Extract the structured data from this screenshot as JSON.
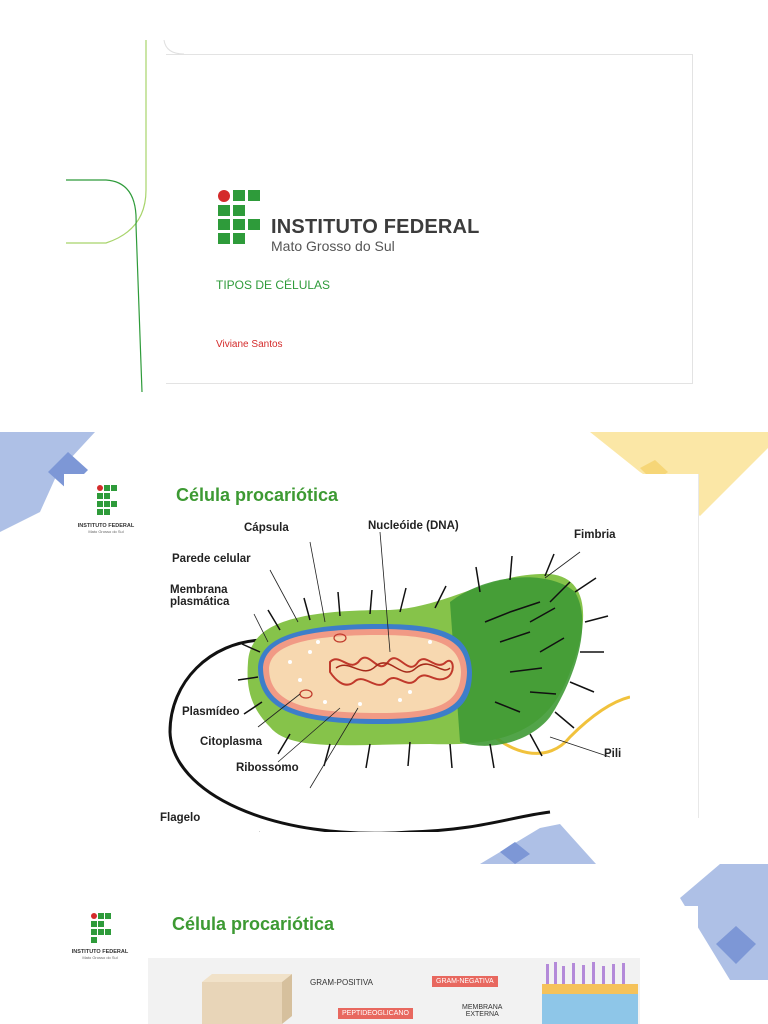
{
  "slide1": {
    "institution": "INSTITUTO FEDERAL",
    "campus": "Mato Grosso do Sul",
    "title": "TIPOS DE CÉLULAS",
    "author": "Viviane Santos"
  },
  "slide2": {
    "heading": "Célula procariótica",
    "logo_text": "INSTITUTO FEDERAL",
    "logo_sub": "Mato Grosso do Sul",
    "labels": {
      "capsula": "Cápsula",
      "nucleoide": "Nucleóide (DNA)",
      "fimbria": "Fimbria",
      "parede": "Parede celular",
      "membrana1": "Membrana",
      "membrana2": "plasmática",
      "plasmideo": "Plasmídeo",
      "citoplasma": "Citoplasma",
      "ribossomo": "Ribossomo",
      "pili": "Pili",
      "flagelo": "Flagelo"
    }
  },
  "slide3": {
    "heading": "Célula procariótica",
    "logo_text": "INSTITUTO FEDERAL",
    "logo_sub": "Mato Grosso do Sul",
    "gram_pos": "GRAM-POSITIVA",
    "gram_neg": "GRAM-NEGATIVA",
    "peptido": "PEPTIDEOGLICANO",
    "membrana_ext1": "MEMBRANA",
    "membrana_ext2": "EXTERNA"
  },
  "colors": {
    "green": "#2e9b3a",
    "red": "#d42b2b",
    "blue_shape": "#a9bde6",
    "yellow_shape": "#fbe39a"
  }
}
